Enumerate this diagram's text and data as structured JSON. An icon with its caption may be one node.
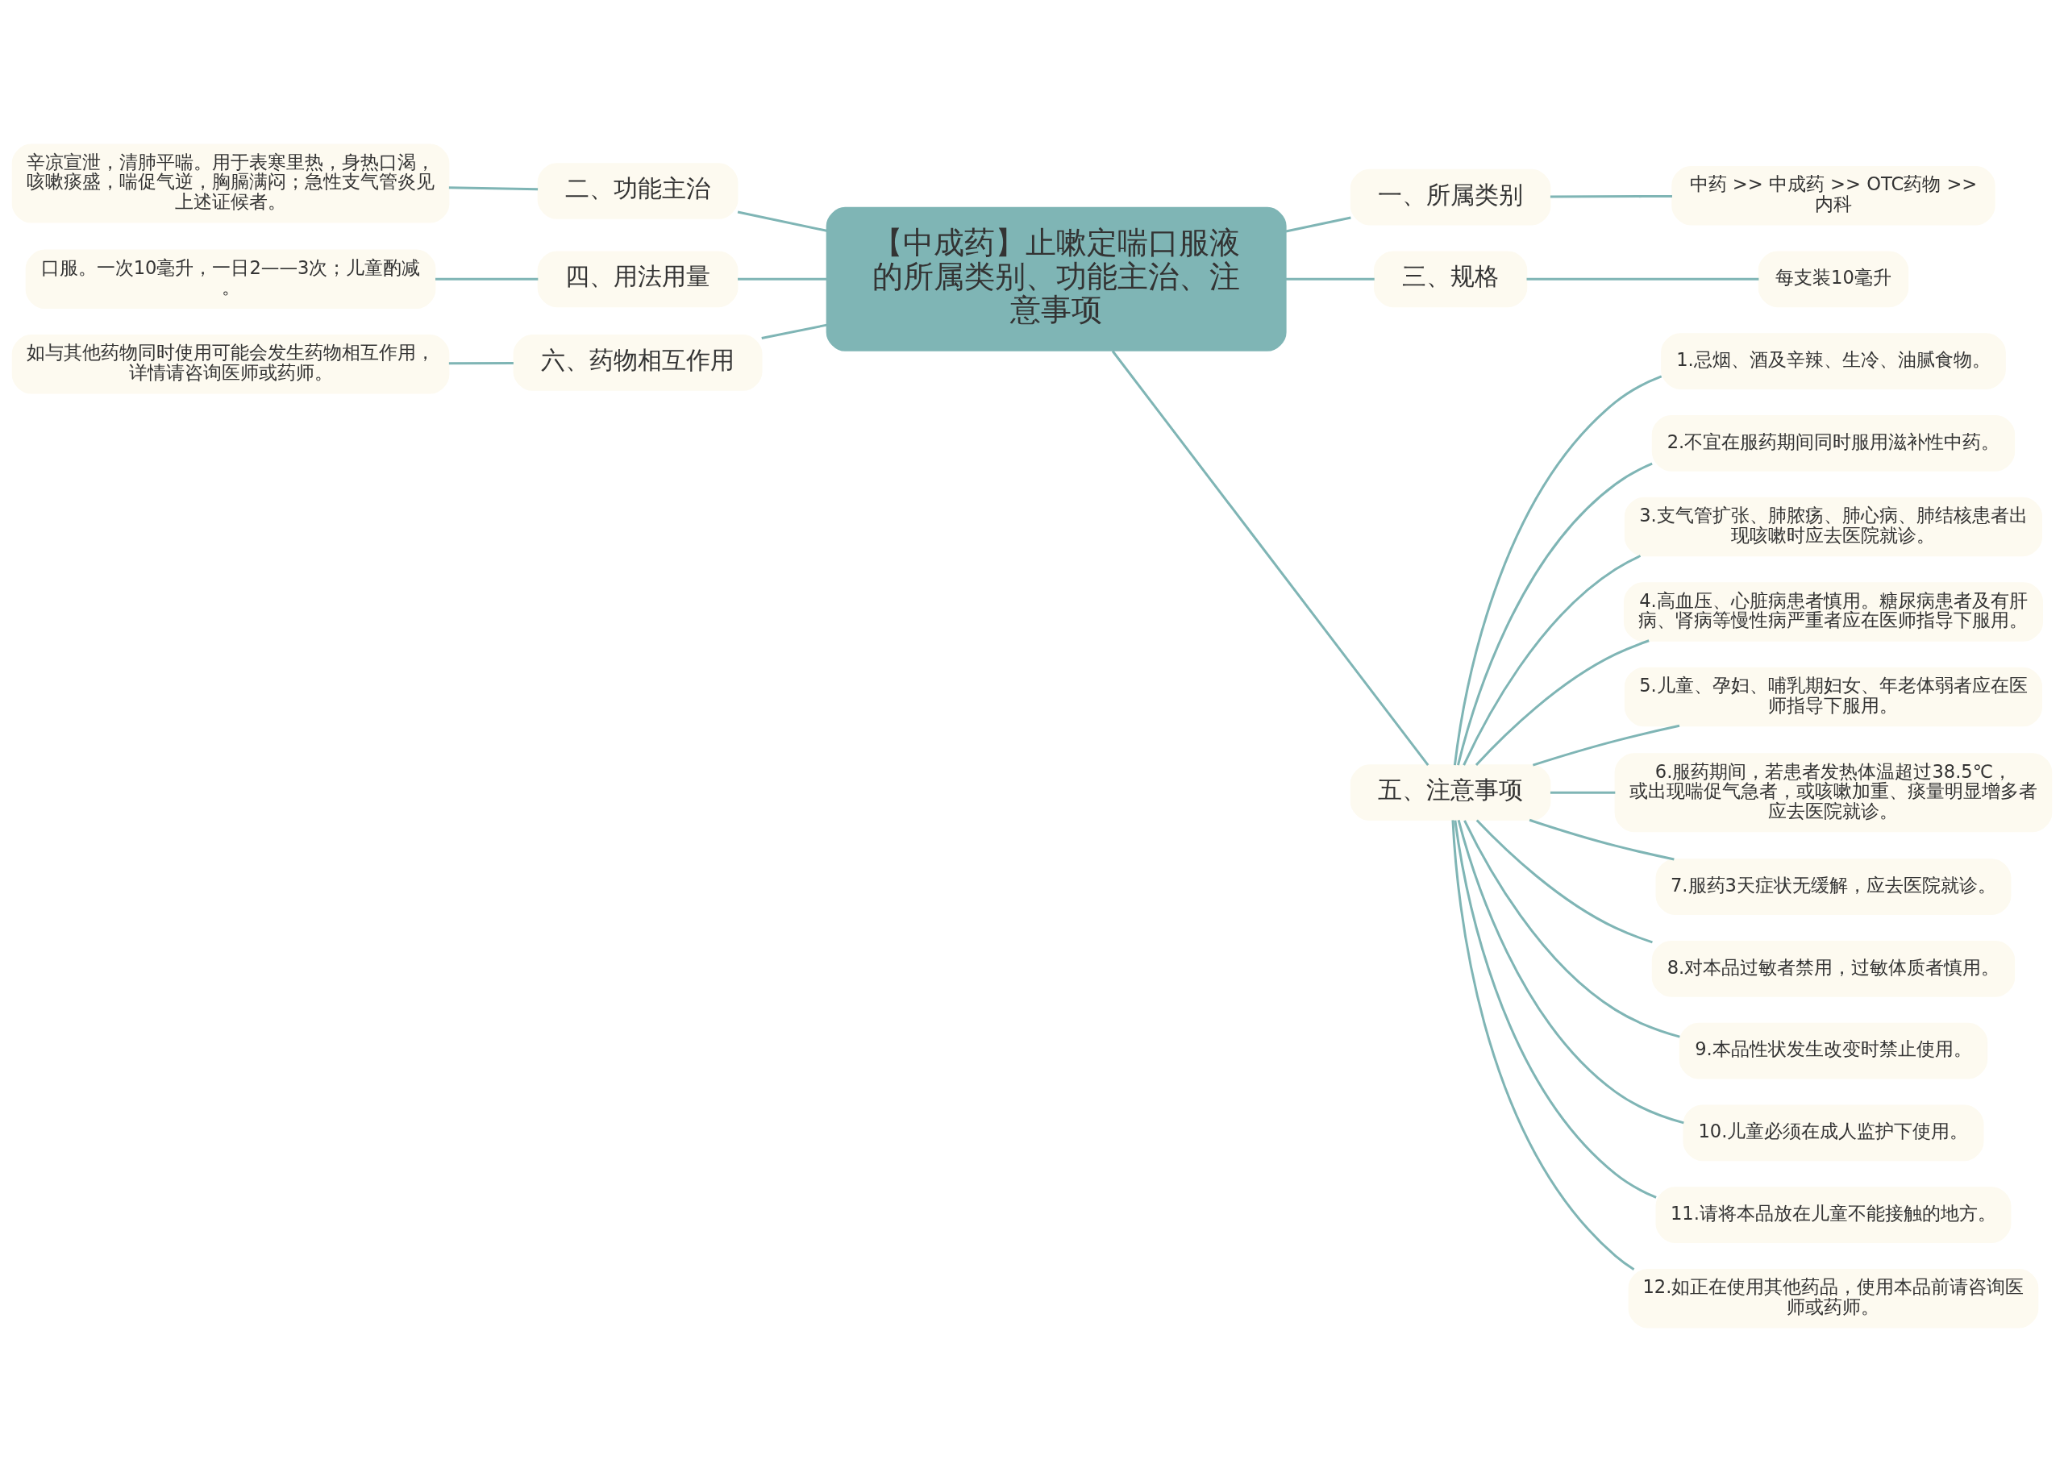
{
  "diagram": {
    "nodes": [
      {
        "text": [
          "【中成药】止嗽定喘口服液的所属类别、功能主治、注意事项"
        ]
      },
      {
        "text": [
          "一、所属类别"
        ]
      },
      {
        "text": [
          "中药 >> 中成药 >> OTC药物 >> 内科"
        ]
      },
      {
        "text": [
          "三、规格"
        ]
      },
      {
        "text": [
          "每支装10毫升"
        ]
      },
      {
        "text": [
          "二、功能主治"
        ]
      },
      {
        "text": [
          "辛凉宣泄，清肺平喘。用于表寒里热，身热口渴，咳嗽痰盛，喘促气逆，胸膈满闷；急性支气管炎见上述证候者。"
        ]
      },
      {
        "text": [
          "四、用法用量"
        ]
      },
      {
        "text": [
          "口服。一次10毫升，一日2——3次；儿童酌减。"
        ]
      },
      {
        "text": [
          "六、药物相互作用"
        ]
      },
      {
        "text": [
          "如与其他药物同时使用可能会发生药物相互作用，详情请咨询医师或药师。"
        ]
      },
      {
        "text": [
          "五、注意事项"
        ]
      },
      {
        "text": [
          "1.忌烟、酒及辛辣、生冷、油腻食物。"
        ]
      },
      {
        "text": [
          "2.不宜在服药期间同时服用滋补性中药。"
        ]
      },
      {
        "text": [
          "3.支气管扩张、肺脓疡、肺心病、肺结核患者出现咳嗽时应去医院就诊。"
        ]
      },
      {
        "text": [
          "4.高血压、心脏病患者慎用。糖尿病患者及有肝病、肾病等慢性病严重者应在医师指导下服用。"
        ]
      },
      {
        "text": [
          "5.儿童、孕妇、哺乳期妇女、年老体弱者应在医师指导下服用。"
        ]
      },
      {
        "text": [
          "6.服药期间，若患者发热体温超过38.5℃，或出现喘促气急者，或咳嗽加重、痰量明显增多者应去医院就诊。"
        ]
      },
      {
        "text": [
          "7.服药3天症状无缓解，应去医院就诊。"
        ]
      },
      {
        "text": [
          "8.对本品过敏者禁用，过敏体质者慎用。"
        ]
      },
      {
        "text": [
          "9.本品性状发生改变时禁止使用。"
        ]
      },
      {
        "text": [
          "10.儿童必须在成人监护下使用。"
        ]
      },
      {
        "text": [
          "11.请将本品放在儿童不能接触的地方。"
        ]
      },
      {
        "text": [
          "12.如正在使用其他药品，使用本品前请咨询医师或药师。"
        ]
      }
    ],
    "edges": [
      {
        "from": 0,
        "to": 1,
        "arrow": "none"
      },
      {
        "from": 1,
        "to": 2,
        "arrow": "none"
      },
      {
        "from": 0,
        "to": 3,
        "arrow": "none"
      },
      {
        "from": 3,
        "to": 4,
        "arrow": "none"
      },
      {
        "from": 0,
        "to": 5,
        "arrow": "none"
      },
      {
        "from": 5,
        "to": 6,
        "arrow": "none"
      },
      {
        "from": 0,
        "to": 7,
        "arrow": "none"
      },
      {
        "from": 7,
        "to": 8,
        "arrow": "none"
      },
      {
        "from": 0,
        "to": 9,
        "arrow": "none"
      },
      {
        "from": 9,
        "to": 10,
        "arrow": "none"
      },
      {
        "from": 0,
        "to": 11,
        "arrow": "none"
      },
      {
        "from": 11,
        "to": 12,
        "arrow": "none"
      },
      {
        "from": 11,
        "to": 13,
        "arrow": "none"
      },
      {
        "from": 11,
        "to": 14,
        "arrow": "none"
      },
      {
        "from": 11,
        "to": 15,
        "arrow": "none"
      },
      {
        "from": 11,
        "to": 16,
        "arrow": "none"
      },
      {
        "from": 11,
        "to": 17,
        "arrow": "none"
      },
      {
        "from": 11,
        "to": 18,
        "arrow": "none"
      },
      {
        "from": 11,
        "to": 19,
        "arrow": "none"
      },
      {
        "from": 11,
        "to": 20,
        "arrow": "none"
      },
      {
        "from": 11,
        "to": 21,
        "arrow": "none"
      },
      {
        "from": 11,
        "to": 22,
        "arrow": "none"
      },
      {
        "from": 11,
        "to": 23,
        "arrow": "none"
      }
    ]
  }
}
